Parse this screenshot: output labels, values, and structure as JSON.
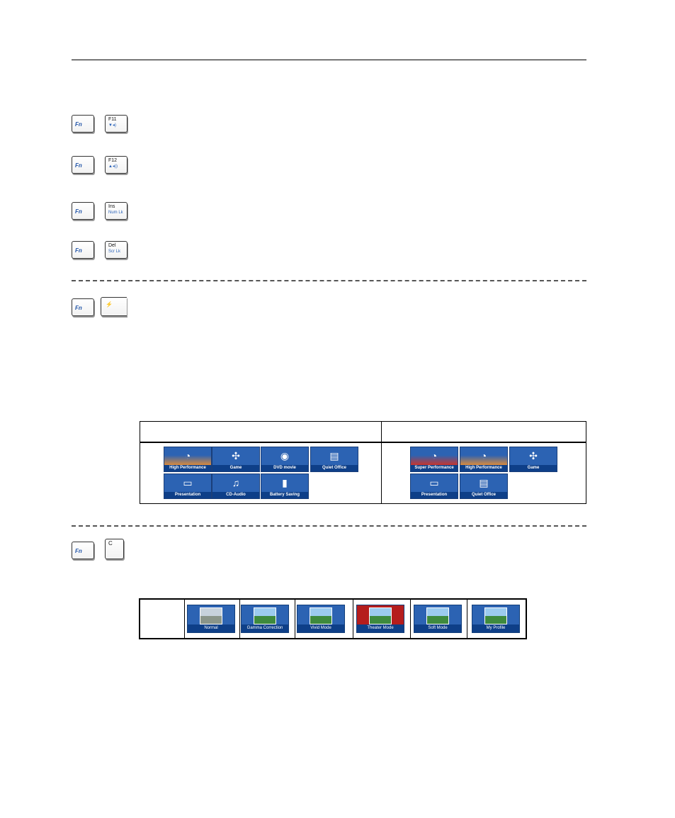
{
  "keys": {
    "fn_label": "Fn",
    "f11": {
      "main": "F11",
      "sub": "▼◂)"
    },
    "f12": {
      "main": "F12",
      "sub": "▲◂))"
    },
    "ins": {
      "main": "Ins",
      "sub": "Num Lk"
    },
    "del": {
      "main": "Del",
      "sub": "Scr Lk"
    },
    "power": {
      "sub": "⚡"
    },
    "c": {
      "main": "C"
    }
  },
  "power_modes": {
    "left": [
      {
        "label": "High Performance",
        "icon": "speedometer-icon",
        "theme": "orange"
      },
      {
        "label": "Game",
        "icon": "gamepad-icon",
        "theme": "blue"
      },
      {
        "label": "DVD movie",
        "icon": "disc-icon",
        "theme": "blue"
      },
      {
        "label": "Quiet Office",
        "icon": "folder-icon",
        "theme": "blue"
      },
      {
        "label": "Presentation",
        "icon": "projector-icon",
        "theme": "blue"
      },
      {
        "label": "CD-Audio",
        "icon": "cd-audio-icon",
        "theme": "blue"
      },
      {
        "label": "Battery Saving",
        "icon": "battery-icon",
        "theme": "blue"
      }
    ],
    "right": [
      {
        "label": "Super Performance",
        "icon": "speedometer-icon",
        "theme": "red"
      },
      {
        "label": "High Performance",
        "icon": "speedometer-icon",
        "theme": "orange"
      },
      {
        "label": "Game",
        "icon": "gamepad-icon",
        "theme": "blue"
      },
      {
        "label": "Presentation",
        "icon": "projector-icon",
        "theme": "blue"
      },
      {
        "label": "Quiet Office",
        "icon": "folder-icon",
        "theme": "blue"
      }
    ]
  },
  "display_modes": [
    {
      "label": "Normal",
      "icon": "landscape-icon"
    },
    {
      "label": "Gamma Correction",
      "icon": "landscape-icon"
    },
    {
      "label": "Vivid Mode",
      "icon": "landscape-icon"
    },
    {
      "label": "Theater Mode",
      "icon": "theater-icon"
    },
    {
      "label": "Soft Mode",
      "icon": "landscape-icon"
    },
    {
      "label": "My Profile",
      "icon": "settings-icon"
    }
  ]
}
